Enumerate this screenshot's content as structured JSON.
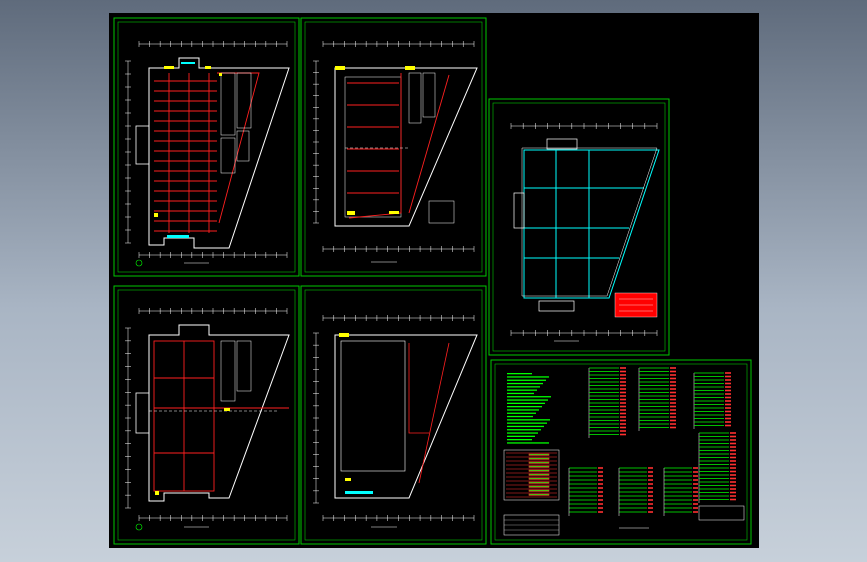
{
  "viewport": {
    "background": "#000000",
    "border_color": "#00c800",
    "wall_color": "#ffffff",
    "pipe_color": "#ff2020",
    "axis_color": "#00ffff",
    "accent_yellow": "#ffff00"
  },
  "sheets": [
    {
      "id": "plan-1",
      "kind": "floor-plan",
      "style": "dense-red"
    },
    {
      "id": "plan-2",
      "kind": "floor-plan",
      "style": "open-red"
    },
    {
      "id": "plan-3",
      "kind": "floor-plan",
      "style": "grid-red"
    },
    {
      "id": "plan-4",
      "kind": "floor-plan",
      "style": "empty"
    },
    {
      "id": "plan-5",
      "kind": "roof-plan",
      "style": "cyan-grid"
    },
    {
      "id": "schedule",
      "kind": "system-diagram",
      "style": "green-schedule"
    }
  ]
}
